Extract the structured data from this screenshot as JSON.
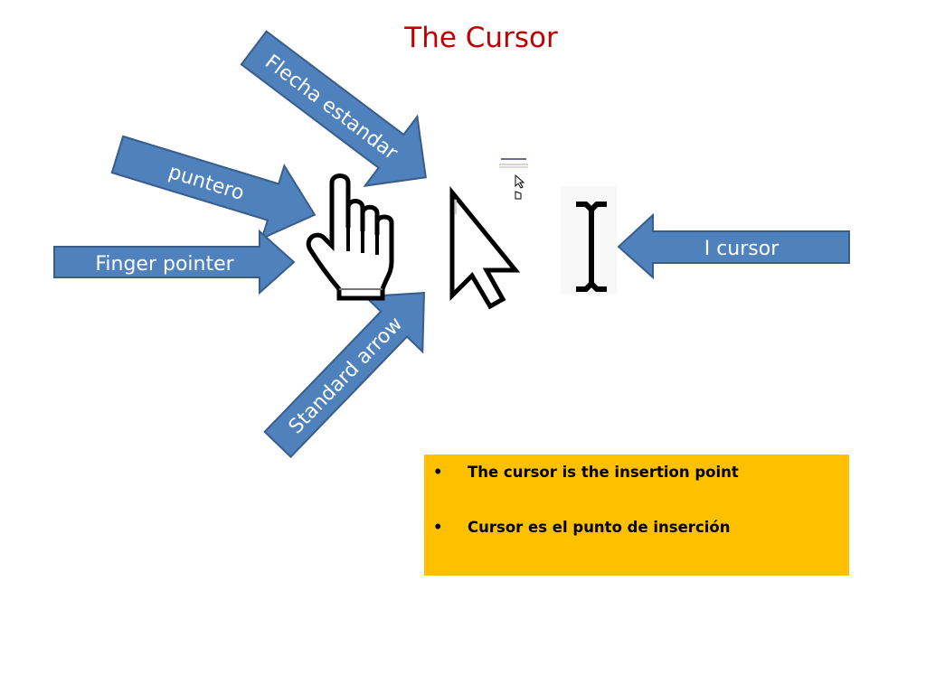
{
  "slide": {
    "title": "The Cursor"
  },
  "arrows": {
    "flecha_estandar": "Flecha estandar",
    "puntero": "puntero",
    "finger_pointer": "Finger pointer",
    "i_cursor": "I cursor",
    "standard_arrow": "Standard arrow"
  },
  "icons": [
    "hand-pointer-icon",
    "standard-arrow-cursor-icon",
    "i-beam-cursor-icon",
    "cursor-thumbnail-icon"
  ],
  "colors": {
    "arrow_fill": "#4f81bd",
    "arrow_stroke": "#385d8a",
    "title": "#c00000",
    "note_fill": "#ffc000"
  },
  "note": {
    "bullet": "•",
    "items": [
      "The cursor is the insertion point",
      "Cursor es el punto de inserción"
    ]
  }
}
